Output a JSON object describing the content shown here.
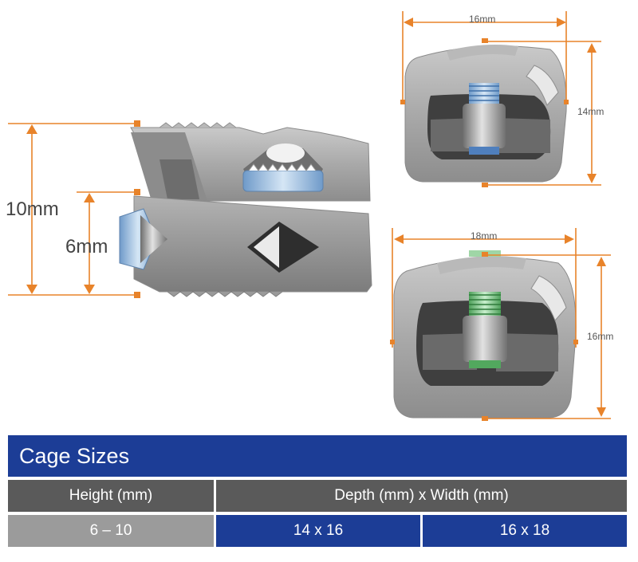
{
  "dimensions": {
    "side_height_max": "10mm",
    "side_height_min": "6mm",
    "top_small_width": "16mm",
    "top_small_depth": "14mm",
    "top_large_width": "18mm",
    "top_large_depth": "16mm"
  },
  "cage_sizes": {
    "title": "Cage Sizes",
    "height_header": "Height (mm)",
    "depth_width_header": "Depth (mm) x Width (mm)",
    "height_value": "6 – 10",
    "size_a": "14 x 16",
    "size_b": "16 x 18"
  },
  "colors": {
    "accent_orange": "#e8832a",
    "table_blue": "#1c3d96",
    "table_dark_gray": "#5a5a5a",
    "table_light_gray": "#9b9b9b",
    "titanium": "#a8a8a8"
  }
}
